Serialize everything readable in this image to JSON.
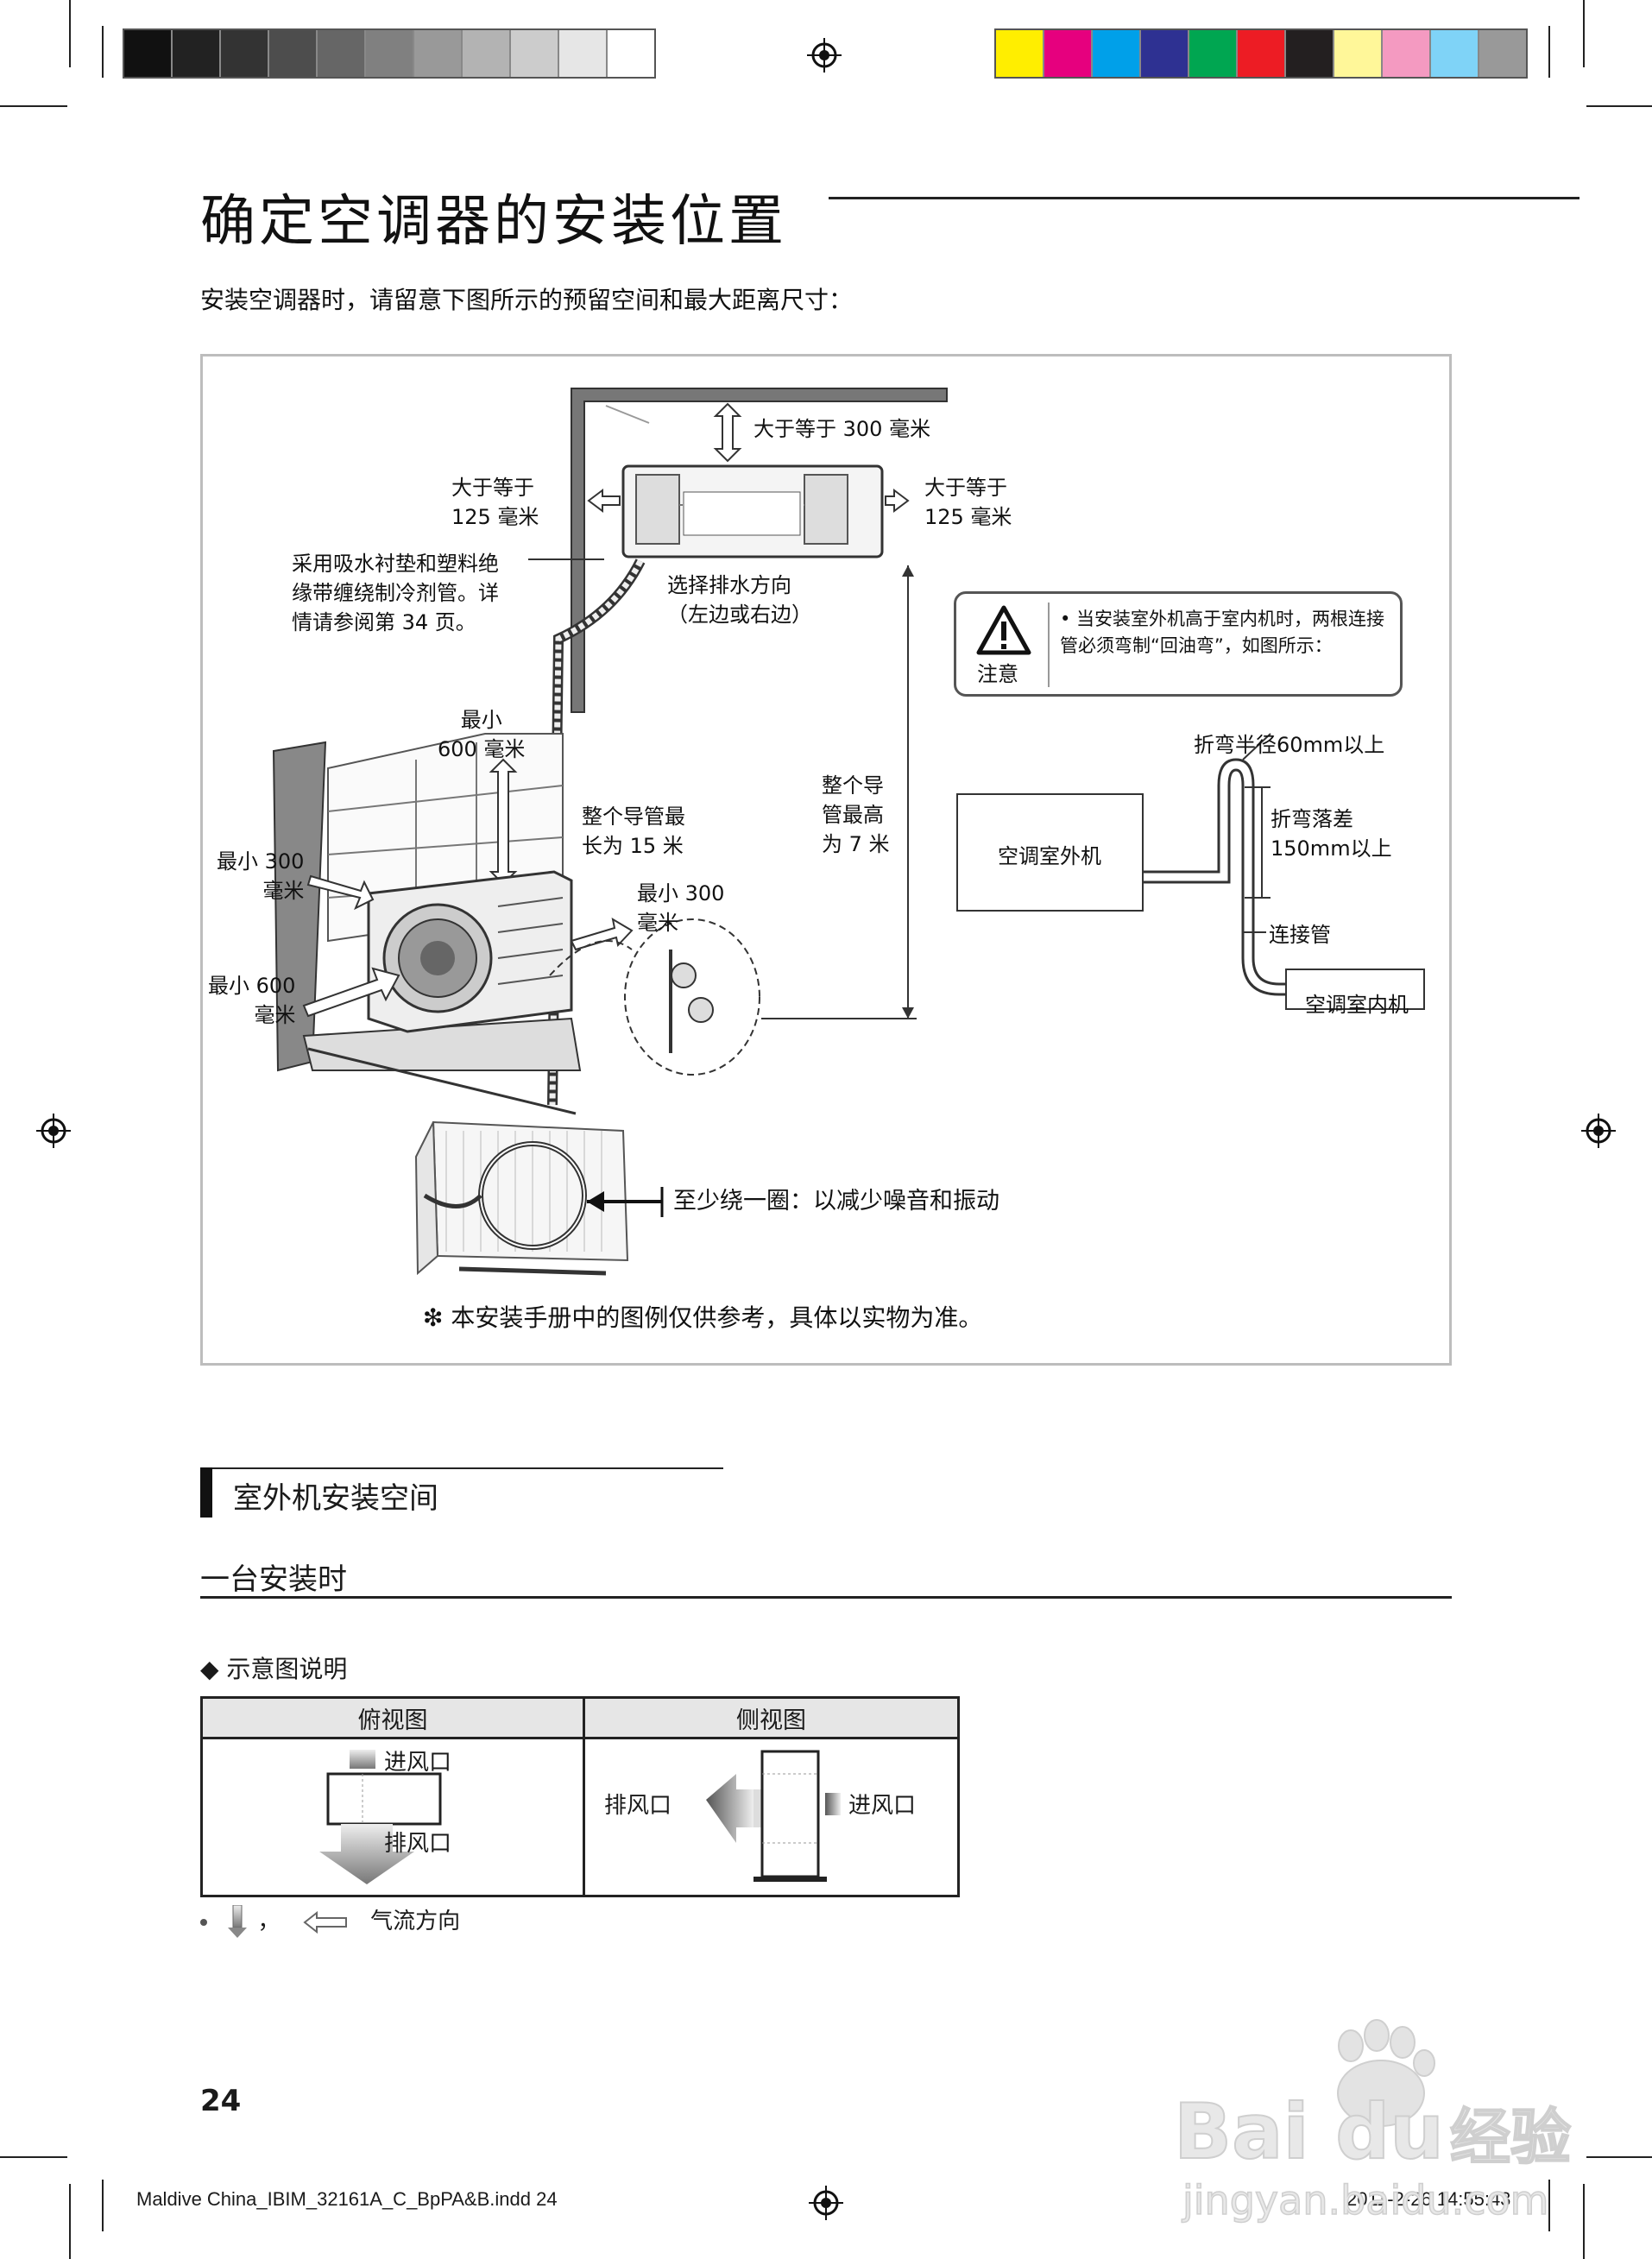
{
  "page": {
    "title": "确定空调器的安装位置",
    "intro": "安装空调器时，请留意下图所示的预留空间和最大距离尺寸：",
    "page_number": "24",
    "footer_left": "Maldive China_IBIM_32161A_C_BpPA&B.indd   24",
    "footer_right": "2011-2-26   14:55:43"
  },
  "print_marks": {
    "gray_swatches": [
      "#111111",
      "#222222",
      "#333333",
      "#4d4d4d",
      "#666666",
      "#808080",
      "#999999",
      "#b3b3b3",
      "#cccccc",
      "#e6e6e6",
      "#ffffff"
    ],
    "color_swatches": [
      "#ffee00",
      "#e6007e",
      "#00a0e9",
      "#2e3192",
      "#00a651",
      "#ed1c24",
      "#231f20",
      "#fff799",
      "#f49ac1",
      "#7fd3f7",
      "#999999"
    ]
  },
  "diagram": {
    "top_clearance": "大于等于 300  毫米",
    "left_clearance_line1": "大于等于",
    "left_clearance_line2": "125 毫米",
    "right_clearance_line1": "大于等于",
    "right_clearance_line2": "125  毫米",
    "wrap_note_line1": "采用吸水衬垫和塑料绝",
    "wrap_note_line2": "缘带缠绕制冷剂管。详",
    "wrap_note_line3": "情请参阅第 34 页。",
    "drain_line1": "选择排水方向",
    "drain_line2": "（左边或右边）",
    "min600_top_line1": "最小",
    "min600_top_line2": "600  毫米",
    "pipe_length_line1": "整个导管最",
    "pipe_length_line2": "长为 15 米",
    "pipe_height_line1": "整个导",
    "pipe_height_line2": "管最高",
    "pipe_height_line3": "为 7 米",
    "min300_left_line1": "最小 300",
    "min300_left_line2": "毫米",
    "min300_right_line1": "最小 300",
    "min300_right_line2": "毫米",
    "min600_front_line1": "最小 600",
    "min600_front_line2": "毫米",
    "coil_note": "至少绕一圈：以减少噪音和振动",
    "caution_label": "注意",
    "caution_text": "•  当安装室外机高于室内机时，两根连接管必须弯制“回油弯”，如图所示：",
    "bend_radius": "折弯半径60mm以上",
    "bend_drop_line1": "折弯落差",
    "bend_drop_line2": "150mm以上",
    "outdoor_unit": "空调室外机",
    "connect_pipe": "连接管",
    "indoor_unit": "空调室内机",
    "reference_note": "❇ 本安装手册中的图例仅供参考，具体以实物为准。"
  },
  "section": {
    "heading": "室外机安装空间",
    "subheading": "一台安装时",
    "bullet": "◆  示意图说明",
    "table_headers": [
      "俯视图",
      "侧视图"
    ],
    "top_view_intake": "进风口",
    "top_view_exhaust": "排风口",
    "side_view_exhaust": "排风口",
    "side_view_intake": "进风口",
    "airflow_legend": "气流方向",
    "airflow_sep": "，"
  }
}
